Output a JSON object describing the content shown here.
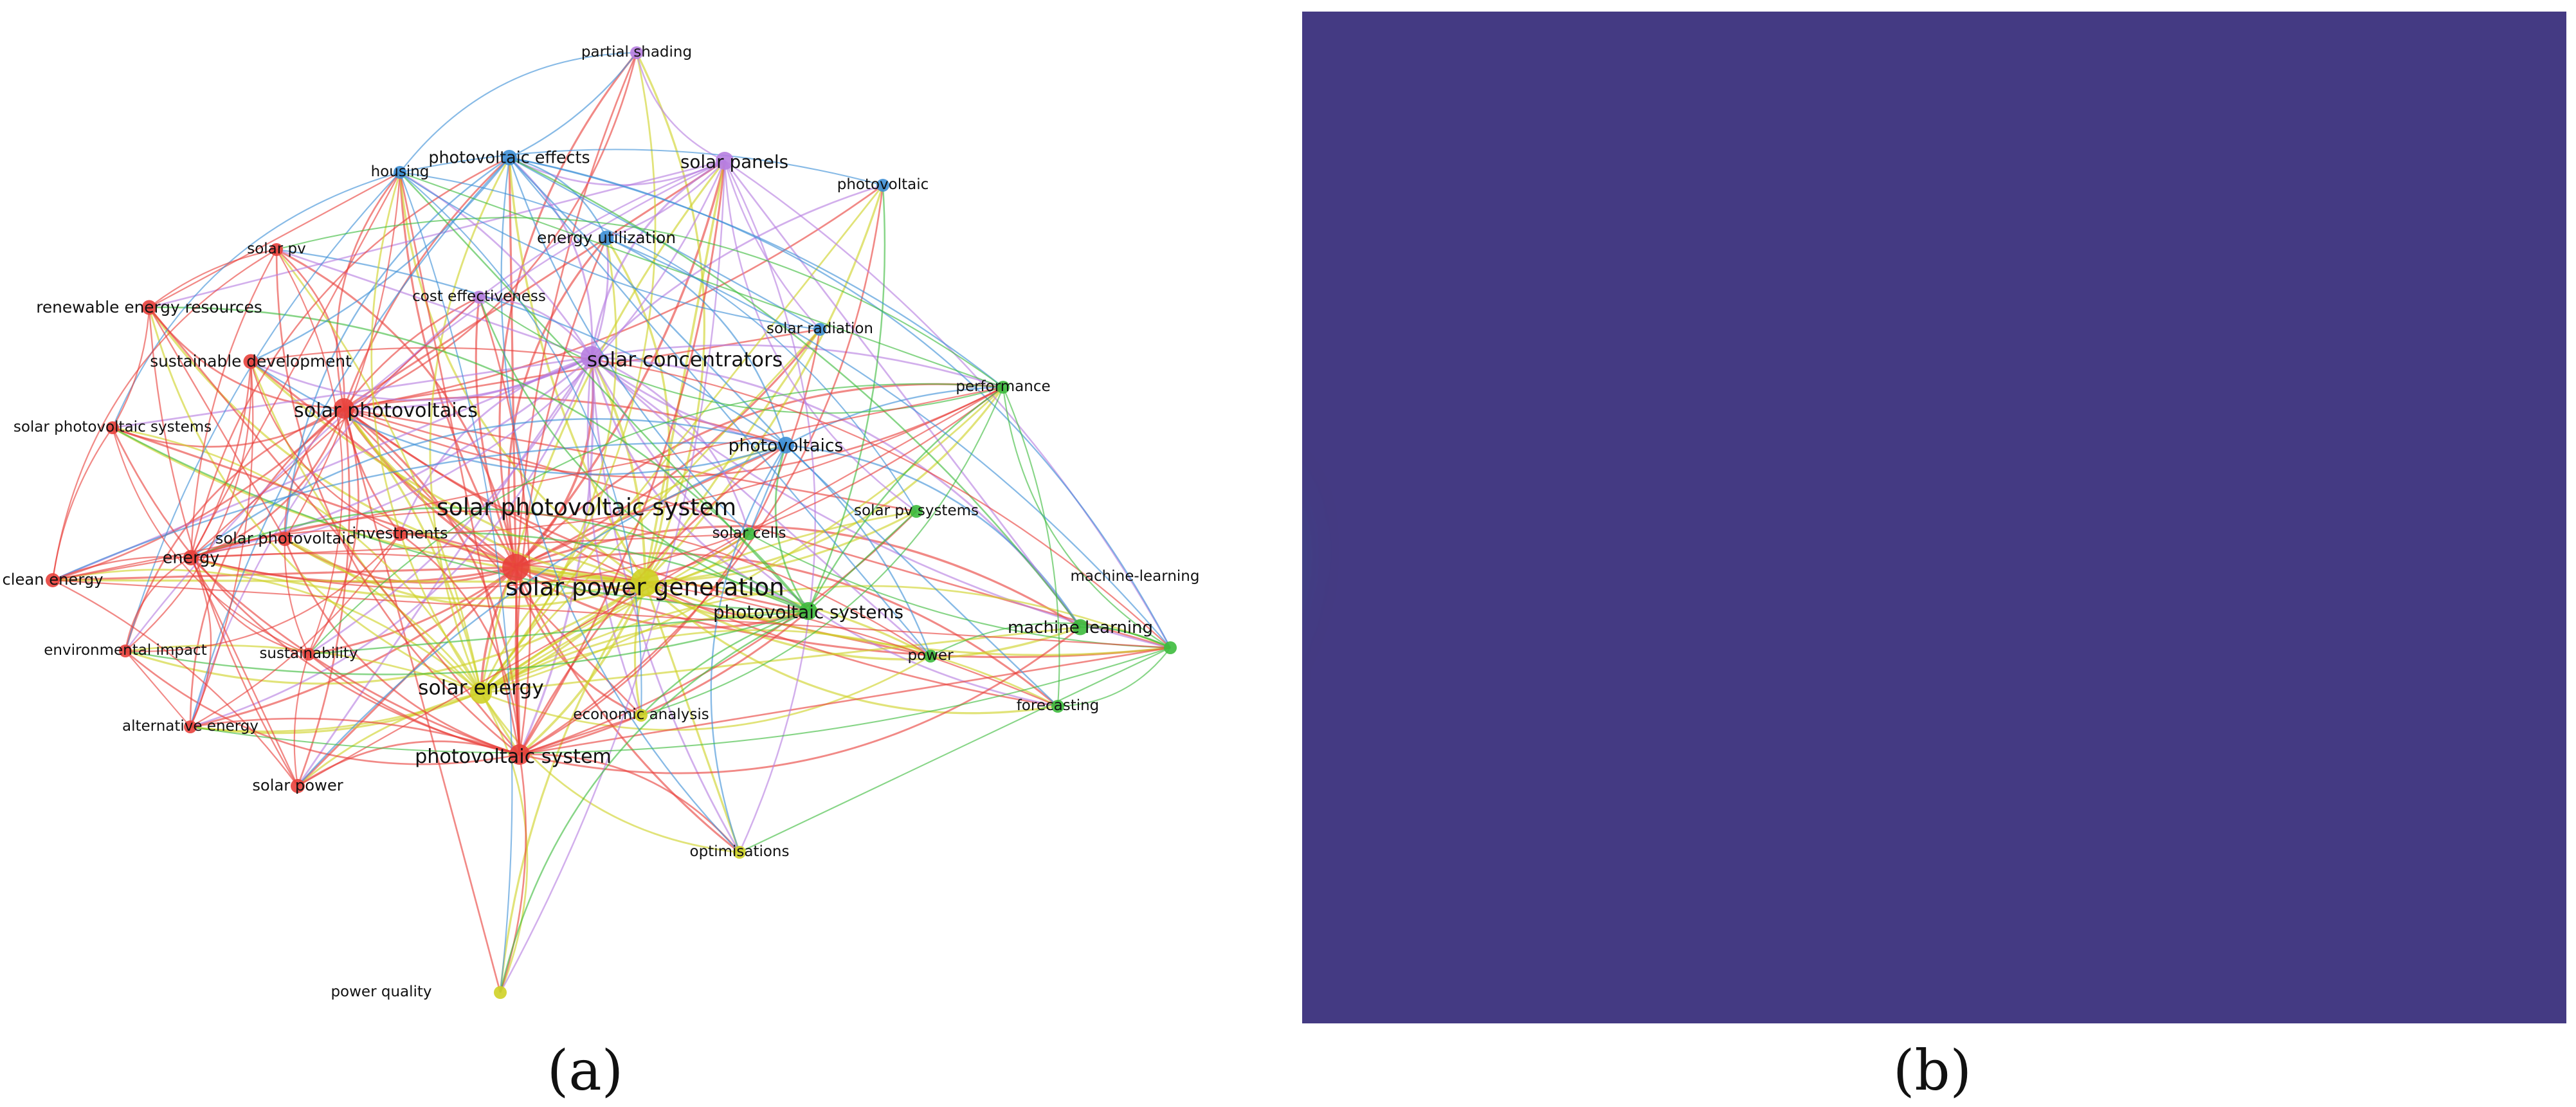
{
  "captions": {
    "a": "(a)",
    "b": "(b)"
  },
  "cluster_colors": {
    "red": "#e8413c",
    "blue": "#3d8fd6",
    "purple": "#b77ee0",
    "green": "#3dbb3d",
    "yellow": "#cfd226"
  },
  "density_colors": {
    "background": "#443a83",
    "mid": "#21918c",
    "light": "#5ec962",
    "hot": "#fde725"
  },
  "keywords": [
    {
      "id": "partial_shading",
      "label": "partial shading",
      "cluster": "purple",
      "weight": 1
    },
    {
      "id": "housing",
      "label": "housing",
      "cluster": "blue",
      "weight": 1
    },
    {
      "id": "photovoltaic_effects",
      "label": "photovoltaic effects",
      "cluster": "blue",
      "weight": 1.4
    },
    {
      "id": "solar_panels",
      "label": "solar panels",
      "cluster": "purple",
      "weight": 1.8
    },
    {
      "id": "photovoltaic",
      "label": "photovoltaic",
      "cluster": "blue",
      "weight": 1
    },
    {
      "id": "solar_pv",
      "label": "solar pv",
      "cluster": "red",
      "weight": 1
    },
    {
      "id": "energy_utilization",
      "label": "energy utilization",
      "cluster": "blue",
      "weight": 1.3
    },
    {
      "id": "renewable_energy_resources",
      "label": "renewable energy resources",
      "cluster": "red",
      "weight": 1.3
    },
    {
      "id": "cost_effectiveness",
      "label": "cost effectiveness",
      "cluster": "purple",
      "weight": 1
    },
    {
      "id": "sustainable_development",
      "label": "sustainable development",
      "cluster": "red",
      "weight": 1.3
    },
    {
      "id": "solar_radiation",
      "label": "solar radiation",
      "cluster": "blue",
      "weight": 1
    },
    {
      "id": "solar_concentrators",
      "label": "solar concentrators",
      "cluster": "purple",
      "weight": 2.4
    },
    {
      "id": "performance",
      "label": "performance",
      "cluster": "green",
      "weight": 1
    },
    {
      "id": "solar_photovoltaics",
      "label": "solar photovoltaics",
      "cluster": "red",
      "weight": 2.2
    },
    {
      "id": "solar_photovoltaic_systems",
      "label": "solar photovoltaic systems",
      "cluster": "red",
      "weight": 1
    },
    {
      "id": "photovoltaics",
      "label": "photovoltaics",
      "cluster": "blue",
      "weight": 1.6
    },
    {
      "id": "solar_photovoltaic_system",
      "label": "solar photovoltaic system",
      "cluster": "red",
      "weight": 3.2
    },
    {
      "id": "solar_pv_systems",
      "label": "solar pv systems",
      "cluster": "green",
      "weight": 1
    },
    {
      "id": "investments",
      "label": "investments",
      "cluster": "red",
      "weight": 1.2
    },
    {
      "id": "solar_cells",
      "label": "solar cells",
      "cluster": "green",
      "weight": 1
    },
    {
      "id": "solar_photovoltaic",
      "label": "solar photovoltaic",
      "cluster": "red",
      "weight": 1.2
    },
    {
      "id": "energy",
      "label": "energy",
      "cluster": "red",
      "weight": 1.4
    },
    {
      "id": "clean_energy",
      "label": "clean energy",
      "cluster": "red",
      "weight": 1.2
    },
    {
      "id": "machine_learning_h",
      "label": "machine-learning",
      "cluster": "green",
      "weight": 1
    },
    {
      "id": "solar_power_generation",
      "label": "solar power generation",
      "cluster": "yellow",
      "weight": 3.4
    },
    {
      "id": "photovoltaic_systems",
      "label": "photovoltaic systems",
      "cluster": "green",
      "weight": 1.8
    },
    {
      "id": "machine_learning",
      "label": "machine learning",
      "cluster": "green",
      "weight": 1.5
    },
    {
      "id": "environmental_impact",
      "label": "environmental impact",
      "cluster": "red",
      "weight": 1
    },
    {
      "id": "sustainability",
      "label": "sustainability",
      "cluster": "red",
      "weight": 1
    },
    {
      "id": "power",
      "label": "power",
      "cluster": "green",
      "weight": 1
    },
    {
      "id": "solar_energy",
      "label": "solar energy",
      "cluster": "yellow",
      "weight": 2.4
    },
    {
      "id": "economic_analysis",
      "label": "economic analysis",
      "cluster": "yellow",
      "weight": 1
    },
    {
      "id": "forecasting",
      "label": "forecasting",
      "cluster": "green",
      "weight": 1
    },
    {
      "id": "alternative_energy",
      "label": "alternative energy",
      "cluster": "red",
      "weight": 1
    },
    {
      "id": "photovoltaic_system",
      "label": "photovoltaic system",
      "cluster": "red",
      "weight": 2.2
    },
    {
      "id": "solar_power",
      "label": "solar power",
      "cluster": "red",
      "weight": 1.2
    },
    {
      "id": "optimisations",
      "label": "optimisations",
      "cluster": "yellow",
      "weight": 1
    },
    {
      "id": "power_quality",
      "label": "power quality",
      "cluster": "yellow",
      "weight": 1
    }
  ]
}
